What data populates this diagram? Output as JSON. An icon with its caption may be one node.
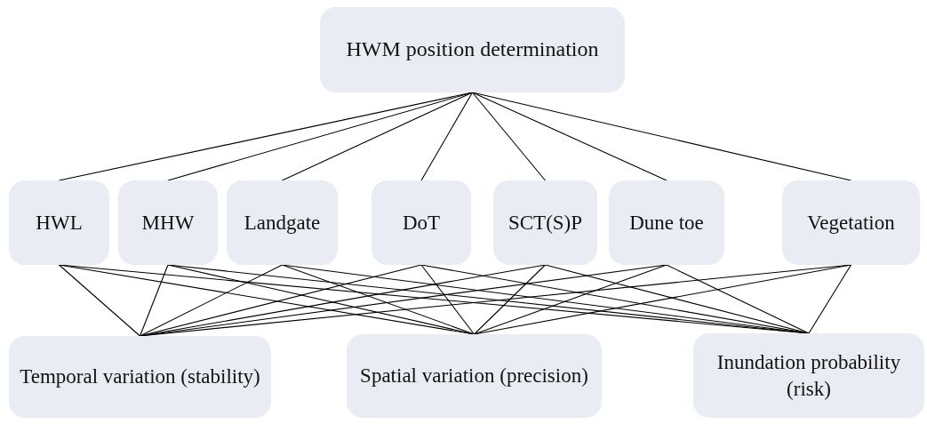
{
  "diagram": {
    "nodes": [
      {
        "text": [
          "HWM position determination"
        ]
      },
      {
        "text": [
          "HWL"
        ]
      },
      {
        "text": [
          "MHW"
        ]
      },
      {
        "text": [
          "Landgate"
        ]
      },
      {
        "text": [
          "DoT"
        ]
      },
      {
        "text": [
          "SCT(S)P"
        ]
      },
      {
        "text": [
          "Dune toe"
        ]
      },
      {
        "text": [
          "Vegetation"
        ]
      },
      {
        "text": [
          "Temporal variation (stability)"
        ]
      },
      {
        "text": [
          "Spatial variation (precision)"
        ]
      },
      {
        "text": [
          "Inundation probability (risk)"
        ]
      }
    ],
    "edges": [
      {
        "from": 0,
        "to": 1,
        "arrow": "none"
      },
      {
        "from": 0,
        "to": 2,
        "arrow": "none"
      },
      {
        "from": 0,
        "to": 3,
        "arrow": "none"
      },
      {
        "from": 0,
        "to": 4,
        "arrow": "none"
      },
      {
        "from": 0,
        "to": 5,
        "arrow": "none"
      },
      {
        "from": 0,
        "to": 6,
        "arrow": "none"
      },
      {
        "from": 0,
        "to": 7,
        "arrow": "none"
      },
      {
        "from": 1,
        "to": 8,
        "arrow": "none"
      },
      {
        "from": 1,
        "to": 9,
        "arrow": "none"
      },
      {
        "from": 1,
        "to": 10,
        "arrow": "none"
      },
      {
        "from": 2,
        "to": 8,
        "arrow": "none"
      },
      {
        "from": 2,
        "to": 9,
        "arrow": "none"
      },
      {
        "from": 2,
        "to": 10,
        "arrow": "none"
      },
      {
        "from": 3,
        "to": 8,
        "arrow": "none"
      },
      {
        "from": 3,
        "to": 9,
        "arrow": "none"
      },
      {
        "from": 3,
        "to": 10,
        "arrow": "none"
      },
      {
        "from": 4,
        "to": 8,
        "arrow": "none"
      },
      {
        "from": 4,
        "to": 9,
        "arrow": "none"
      },
      {
        "from": 4,
        "to": 10,
        "arrow": "none"
      },
      {
        "from": 5,
        "to": 8,
        "arrow": "none"
      },
      {
        "from": 5,
        "to": 9,
        "arrow": "none"
      },
      {
        "from": 5,
        "to": 10,
        "arrow": "none"
      },
      {
        "from": 6,
        "to": 8,
        "arrow": "none"
      },
      {
        "from": 6,
        "to": 9,
        "arrow": "none"
      },
      {
        "from": 6,
        "to": 10,
        "arrow": "none"
      },
      {
        "from": 7,
        "to": 8,
        "arrow": "none"
      },
      {
        "from": 7,
        "to": 9,
        "arrow": "none"
      },
      {
        "from": 7,
        "to": 10,
        "arrow": "none"
      }
    ]
  }
}
